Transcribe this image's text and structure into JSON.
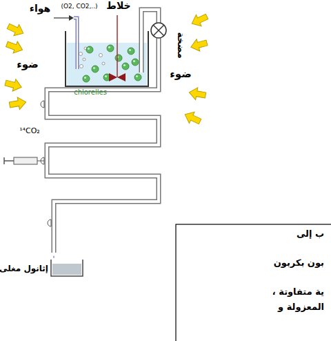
{
  "diagram": {
    "labels": [
      "هواء",
      "(O2, CO2,..)",
      "خلاط",
      "ضوء",
      "مضخة",
      "ضوء",
      "chlorelles",
      "¹⁴CO₂",
      "إثانول مغلى",
      "ب إلى",
      "بون بكربون",
      "ية متفاوتة ،",
      "المعزولة و"
    ]
  }
}
